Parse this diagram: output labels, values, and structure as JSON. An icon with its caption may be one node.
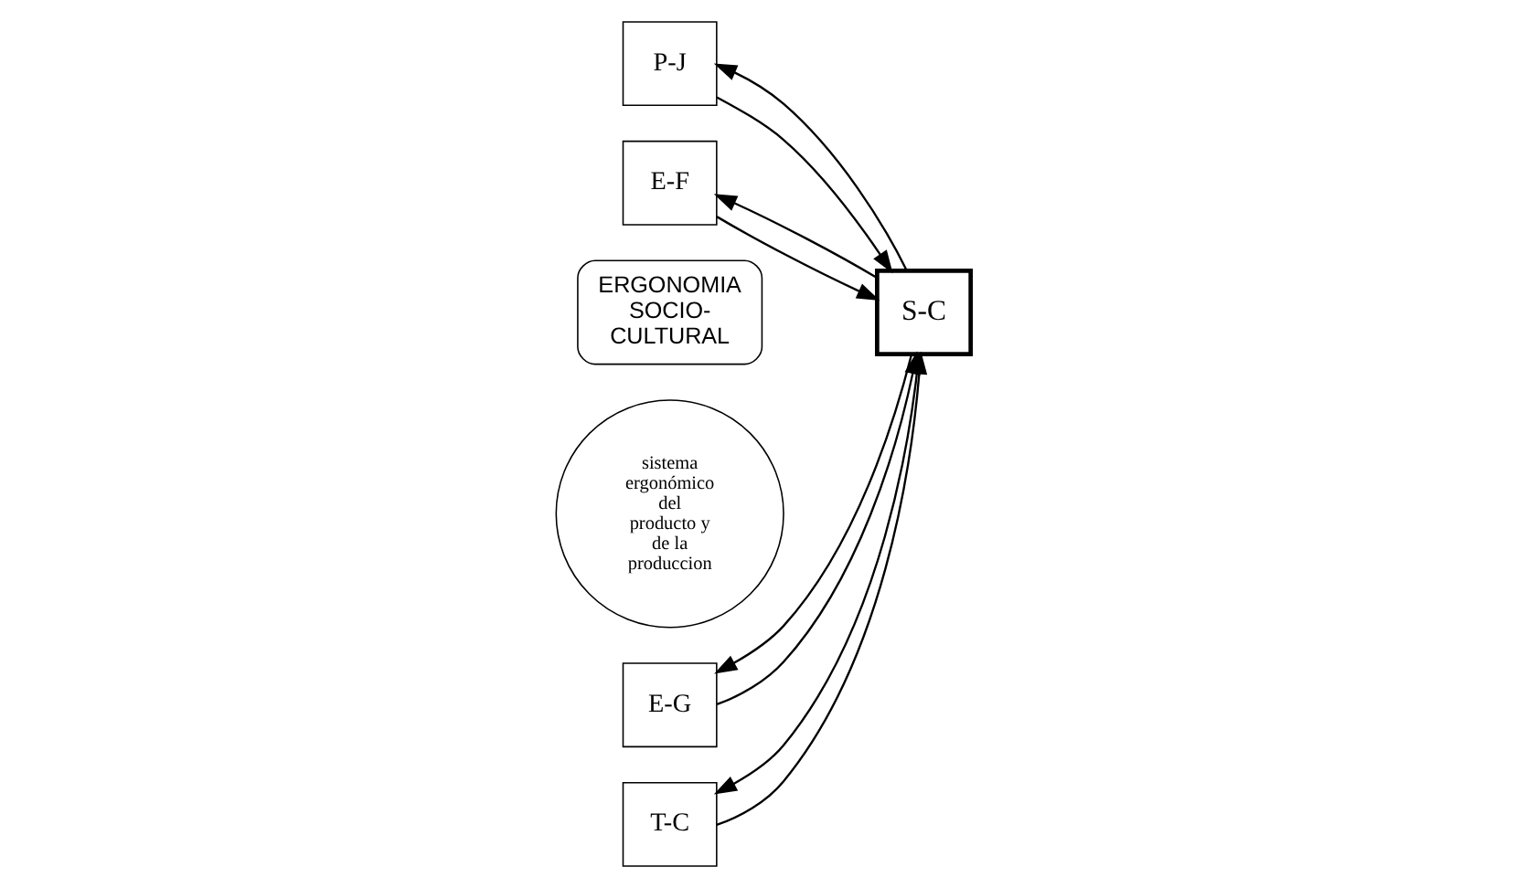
{
  "diagram": {
    "nodes": [
      {
        "text": [
          "P-J"
        ]
      },
      {
        "text": [
          "E-F"
        ]
      },
      {
        "text": [
          "sistema ergonómico del producto y de la produccion"
        ]
      },
      {
        "text": [
          "ERGONOMIA SOCIO-CULTURAL"
        ]
      },
      {
        "text": [
          "S-C"
        ]
      },
      {
        "text": [
          "E-G"
        ]
      },
      {
        "text": [
          "T-C"
        ]
      }
    ],
    "edges": [
      {
        "from": 4,
        "to": 0,
        "arrow": "to"
      },
      {
        "from": 0,
        "to": 4,
        "arrow": "to"
      },
      {
        "from": 4,
        "to": 1,
        "arrow": "to"
      },
      {
        "from": 1,
        "to": 4,
        "arrow": "to"
      },
      {
        "from": 4,
        "to": 5,
        "arrow": "to"
      },
      {
        "from": 5,
        "to": 4,
        "arrow": "to"
      },
      {
        "from": 4,
        "to": 6,
        "arrow": "to"
      },
      {
        "from": 6,
        "to": 4,
        "arrow": "to"
      }
    ]
  }
}
